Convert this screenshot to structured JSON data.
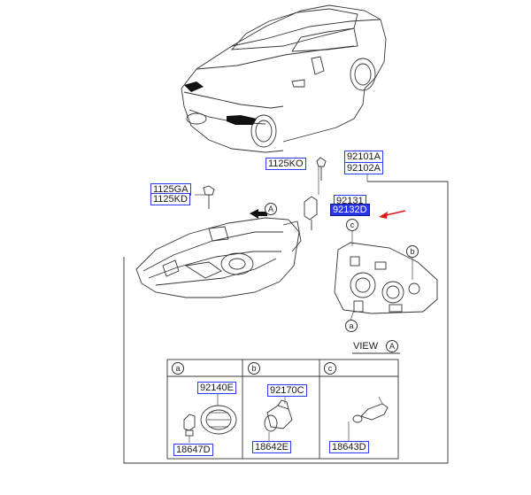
{
  "callouts": {
    "bolt_upper": "1125KO",
    "headlamp_lh": "92101A",
    "headlamp_rh": "92102A",
    "bolt_side_1": "1125GA",
    "bolt_side_2": "1125KD",
    "socket_1": "92131",
    "socket_2": "92132D",
    "cap_a": "92140E",
    "bulb_a": "18647D",
    "cap_b": "92170C",
    "bulb_b": "18642E",
    "bulb_c": "18643D"
  },
  "view": {
    "label": "VIEW",
    "letter": "A"
  },
  "markers": {
    "a": "a",
    "b": "b",
    "c": "c",
    "A": "A"
  },
  "colors": {
    "callout_border": "#2a3cf0",
    "highlight": "#2b36e8",
    "arrow_red": "#e01818"
  }
}
